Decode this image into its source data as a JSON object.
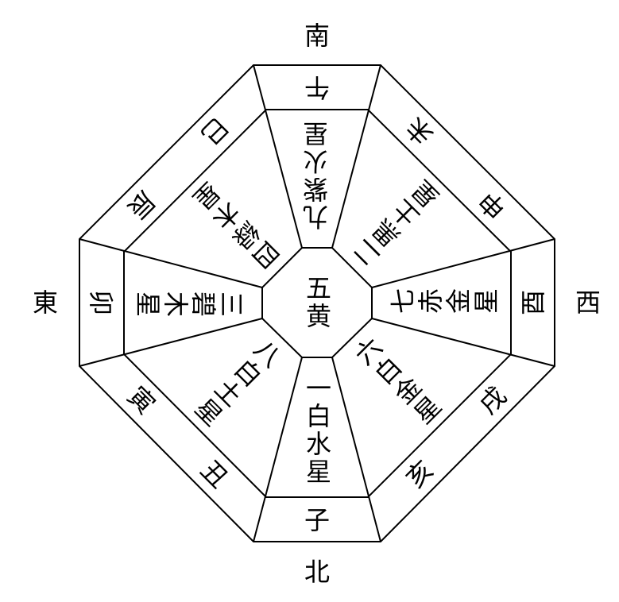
{
  "directions": {
    "south": "南",
    "west": "西",
    "north": "北",
    "east": "東"
  },
  "center": "五黄",
  "sectors": {
    "south": {
      "star": "九紫火星",
      "branches": [
        "午"
      ]
    },
    "southwest": {
      "star": "二黒土星",
      "branches": [
        "未",
        "申"
      ]
    },
    "west": {
      "star": "七赤金星",
      "branches": [
        "酉"
      ]
    },
    "northwest": {
      "star": "六白金星",
      "branches": [
        "戌",
        "亥"
      ]
    },
    "north": {
      "star": "一白水星",
      "branches": [
        "子"
      ]
    },
    "northeast": {
      "star": "八白土星",
      "branches": [
        "丑",
        "寅"
      ]
    },
    "east": {
      "star": "三碧木星",
      "branches": [
        "卯"
      ]
    },
    "southeast": {
      "star": "四緑木星",
      "branches": [
        "辰",
        "巳"
      ]
    }
  }
}
